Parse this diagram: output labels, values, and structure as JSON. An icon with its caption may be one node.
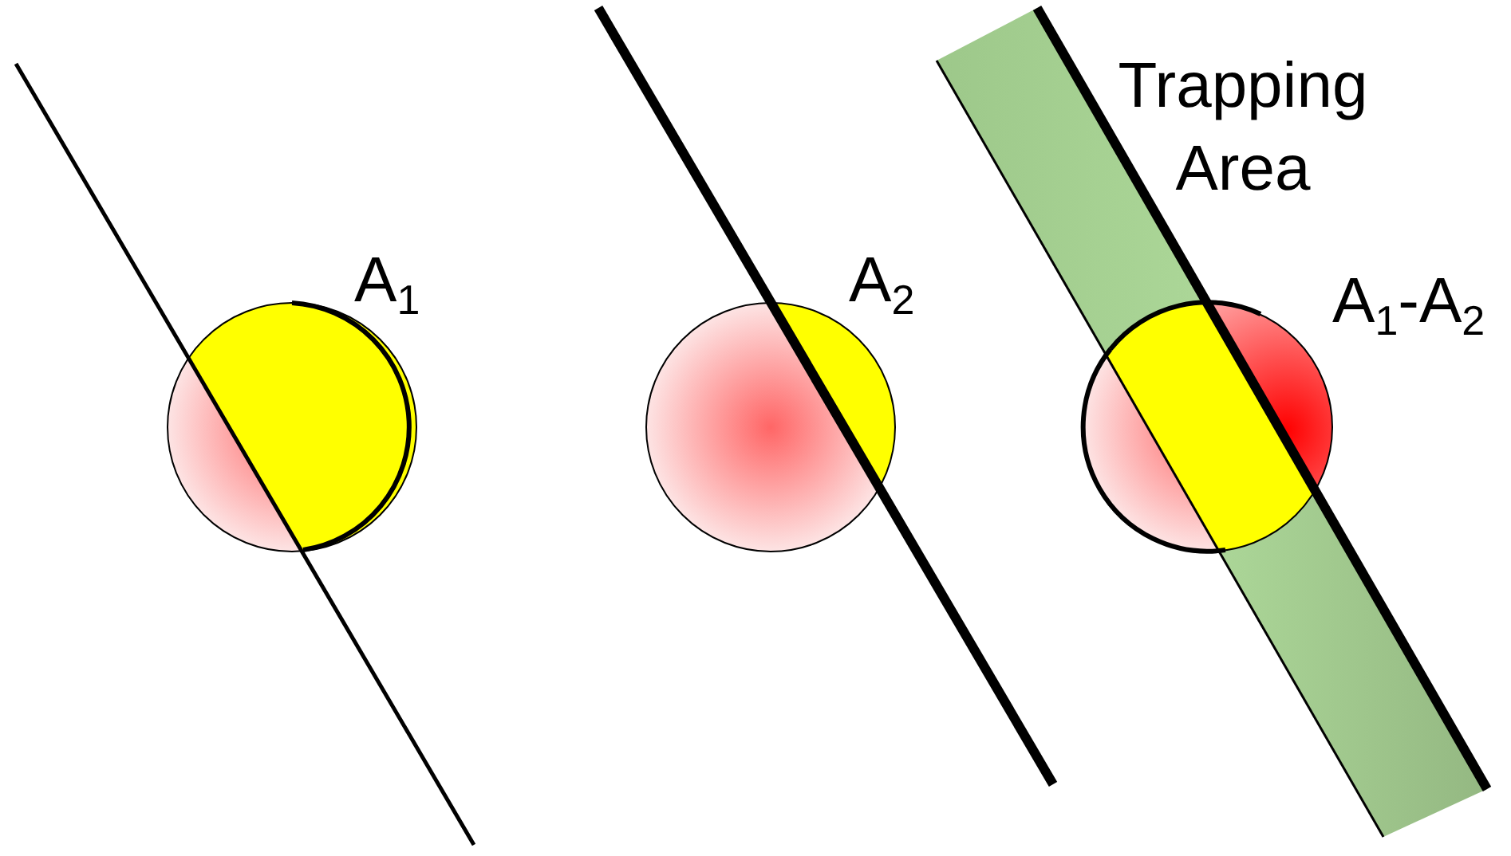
{
  "diagram": {
    "labels": [
      "A$_{1}$",
      "A$_{2}$",
      "Trapping Area",
      "A$_{1}$-A$_{2}$"
    ]
  }
}
